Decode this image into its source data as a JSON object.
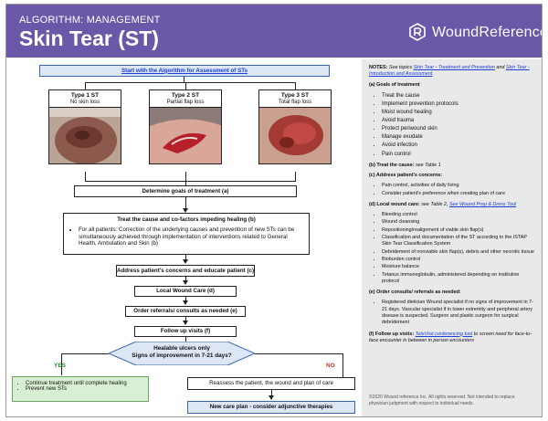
{
  "header": {
    "kicker": "ALGORITHM: MANAGEMENT",
    "title": "Skin Tear (ST)",
    "logo_text": "WoundReference"
  },
  "flow": {
    "start_link": "Start with the Algorithm for Assessment of STs",
    "types": [
      {
        "title": "Type 1 ST",
        "subtitle": "No skin loss"
      },
      {
        "title": "Type 2 ST",
        "subtitle": "Partial flap loss"
      },
      {
        "title": "Type 3 ST",
        "subtitle": "Total flap loss"
      }
    ],
    "goals": "Determine goals of treatment (a)",
    "cause_title": "Treat the cause and co-factors impeding healing (b)",
    "cause_bullet": "For all patients: Correction of the underlying causes and prevention of new STs can be simultaneously achieved through implementation of interventions related to General Health, Ambulation and Skin (b)",
    "concerns": "Address patient's concerns and educate patient (c)",
    "local_care": "Local Wound Care (d)",
    "referrals": "Order referrals/ consults as needed (e)",
    "follow_up": "Follow up visits (f)",
    "decision_line1": "Healable ulcers only",
    "decision_line2": "Signs of improvement in 7-21 days?",
    "yes": "YES",
    "no": "NO",
    "yes_items": [
      "Continue treatment until complete healing",
      "Prevent new STs"
    ],
    "reassess": "Reassess the patient, the wound and plan of care",
    "new_plan": "New care plan - consider adjunctive therapies"
  },
  "notes": {
    "intro_label": "NOTES:",
    "intro_text": "See topics",
    "intro_link1": "Skin Tear - Treatment and Prevention",
    "intro_and": "and",
    "intro_link2": "Skin Tear - Introduction and Assessment",
    "a_title": "(a) Goals of treatment",
    "a_items": [
      "Treat the cause",
      "Implement prevention protocols",
      "Moist wound healing",
      "Avoid trauma",
      "Protect periwound skin",
      "Manage exudate",
      "Avoid infection",
      "Pain control"
    ],
    "b_title": "(b) Treat the cause:",
    "b_text": "see Table 1",
    "c_title": "(c) Address patient's concerns:",
    "c_items": [
      "Pain control, activities of daily living",
      "Consider patient's preference when creating plan of care"
    ],
    "d_title": "(d) Local wound care:",
    "d_text": "see Table 2,",
    "d_link": "See Wound Prep & Dress Tool",
    "d_items": [
      "Bleeding control",
      "Wound cleansing",
      "Repositioning/realignment of viable skin flap(s)",
      "Classification and documentation of the ST according to the ISTAP Skin Tear Classification System",
      "Debridement of nonviable skin flap(s), debris and other necrotic tissue",
      "Bioburden control",
      "Moisture balance",
      "Tetanus immunoglobulin, administered depending on institution protocol"
    ],
    "e_title": "(e) Order consults/ referrals as needed:",
    "e_items": [
      "Registered dietician Wound specialist if no signs of improvement in 7-21 days. Vascular specialist if in lower extremity and peripheral artery disease is suspected. Surgeon and plastic surgeon for surgical debridement"
    ],
    "f_title": "(f) Follow up visits:",
    "f_link": "TeleVisit conferencing tool",
    "f_text": "to screen need for face-to-face encounter in between in person encounters",
    "copyright": "©2020 Wound reference Inc. All rights reserved. Not intended to replace physician judgment with respect to individual needs."
  },
  "colors": {
    "header_bg": "#6a57a8",
    "notes_bg": "#e9e9e9",
    "link": "#1a3fd6",
    "yes": "#2a8a2a",
    "no": "#c0392b"
  }
}
